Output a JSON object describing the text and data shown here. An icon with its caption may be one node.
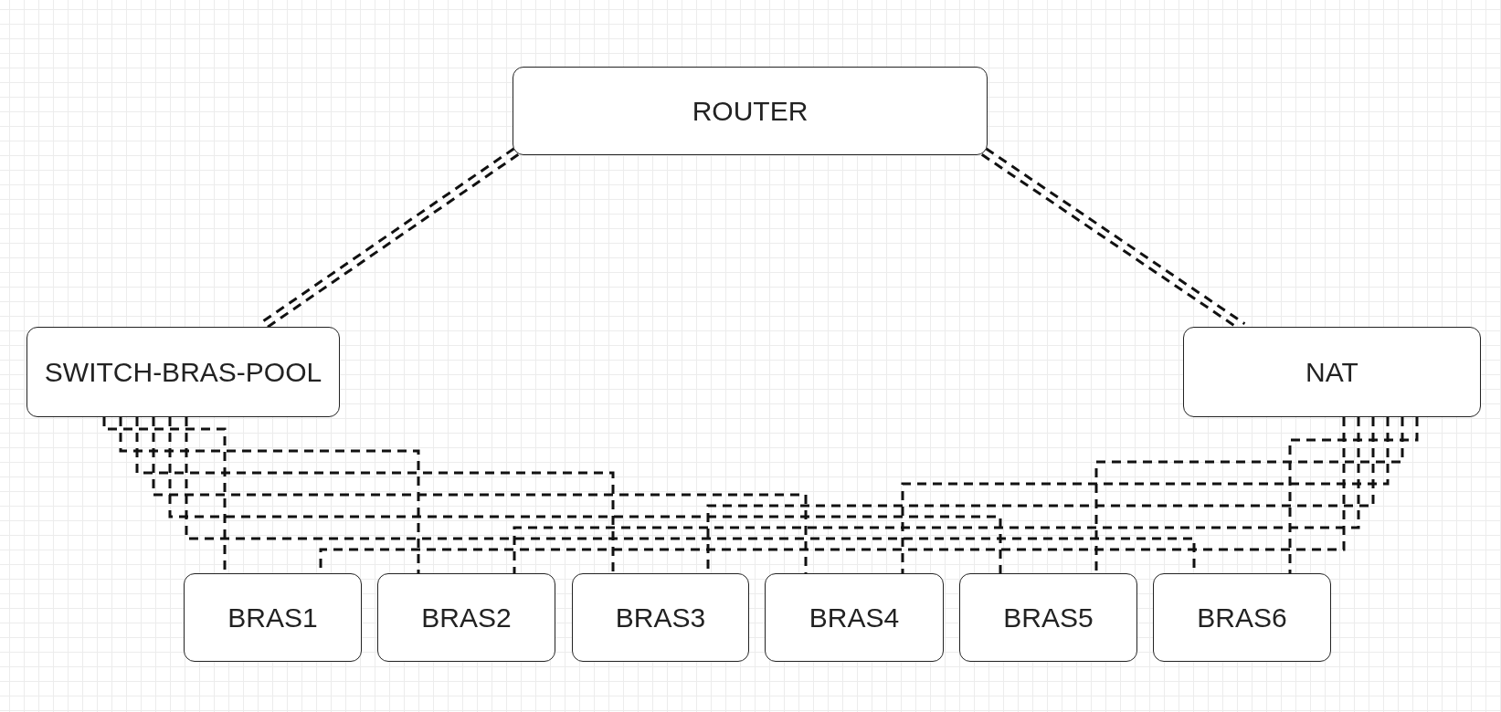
{
  "diagram": {
    "nodes": [
      {
        "text": [
          "ROUTER"
        ]
      },
      {
        "text": [
          "SWITCH-BRAS-POOL"
        ]
      },
      {
        "text": [
          "NAT"
        ]
      },
      {
        "text": [
          "BRAS1"
        ]
      },
      {
        "text": [
          "BRAS2"
        ]
      },
      {
        "text": [
          "BRAS3"
        ]
      },
      {
        "text": [
          "BRAS4"
        ]
      },
      {
        "text": [
          "BRAS5"
        ]
      },
      {
        "text": [
          "BRAS6"
        ]
      }
    ],
    "edges": [
      {
        "from": 0,
        "to": 1,
        "arrow": "none",
        "style": "dashed"
      },
      {
        "from": 0,
        "to": 1,
        "arrow": "none",
        "style": "dashed"
      },
      {
        "from": 0,
        "to": 2,
        "arrow": "none",
        "style": "dashed"
      },
      {
        "from": 0,
        "to": 2,
        "arrow": "none",
        "style": "dashed"
      },
      {
        "from": 1,
        "to": 3,
        "arrow": "none",
        "style": "dashed"
      },
      {
        "from": 1,
        "to": 4,
        "arrow": "none",
        "style": "dashed"
      },
      {
        "from": 1,
        "to": 5,
        "arrow": "none",
        "style": "dashed"
      },
      {
        "from": 1,
        "to": 6,
        "arrow": "none",
        "style": "dashed"
      },
      {
        "from": 1,
        "to": 7,
        "arrow": "none",
        "style": "dashed"
      },
      {
        "from": 1,
        "to": 8,
        "arrow": "none",
        "style": "dashed"
      },
      {
        "from": 2,
        "to": 3,
        "arrow": "none",
        "style": "dashed"
      },
      {
        "from": 2,
        "to": 4,
        "arrow": "none",
        "style": "dashed"
      },
      {
        "from": 2,
        "to": 5,
        "arrow": "none",
        "style": "dashed"
      },
      {
        "from": 2,
        "to": 6,
        "arrow": "none",
        "style": "dashed"
      },
      {
        "from": 2,
        "to": 7,
        "arrow": "none",
        "style": "dashed"
      },
      {
        "from": 2,
        "to": 8,
        "arrow": "none",
        "style": "dashed"
      }
    ]
  }
}
